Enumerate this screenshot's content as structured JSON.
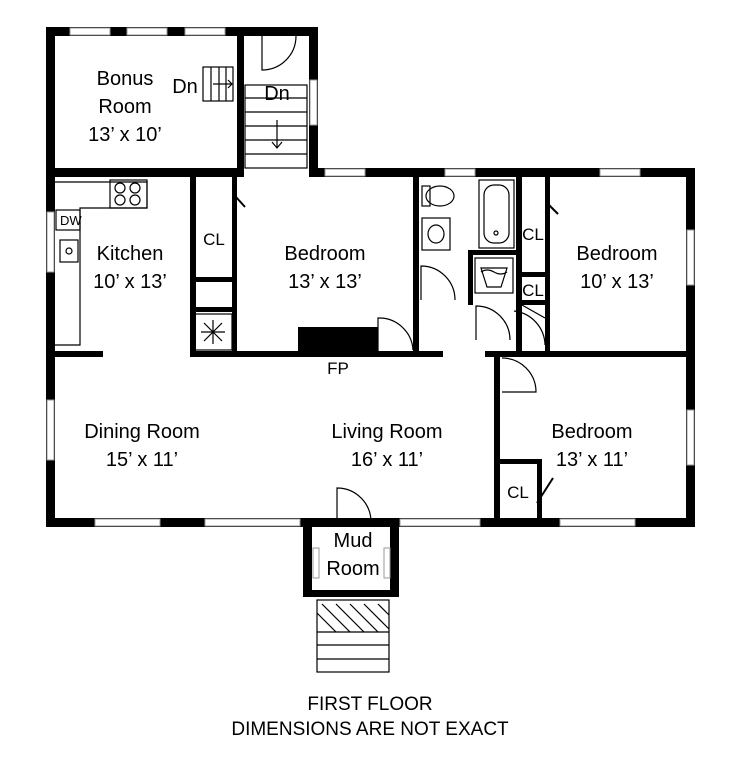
{
  "rooms": {
    "bonus_room": {
      "line1": "Bonus",
      "line2": "Room",
      "size": "13’ x 10’"
    },
    "kitchen": {
      "name": "Kitchen",
      "size": "10’ x 13’"
    },
    "bedroom_center": {
      "name": "Bedroom",
      "size": "13’ x 13’"
    },
    "bedroom_right": {
      "name": "Bedroom",
      "size": "10’ x 13’"
    },
    "dining_room": {
      "name": "Dining Room",
      "size": "15’ x 11’"
    },
    "living_room": {
      "name": "Living Room",
      "size": "16’ x 11’"
    },
    "bedroom_lower": {
      "name": "Bedroom",
      "size": "13’ x 11’"
    },
    "mud_room": {
      "line1": "Mud",
      "line2": "Room"
    }
  },
  "labels": {
    "dn_bonus": "Dn",
    "dn_stair": "Dn",
    "dw": "DW",
    "fp": "FP",
    "cl_center": "CL",
    "cl_right_upper": "CL",
    "cl_right_small": "CL",
    "cl_lower": "CL"
  },
  "footer": {
    "line1": "FIRST FLOOR",
    "line2": "DIMENSIONS ARE NOT EXACT"
  }
}
